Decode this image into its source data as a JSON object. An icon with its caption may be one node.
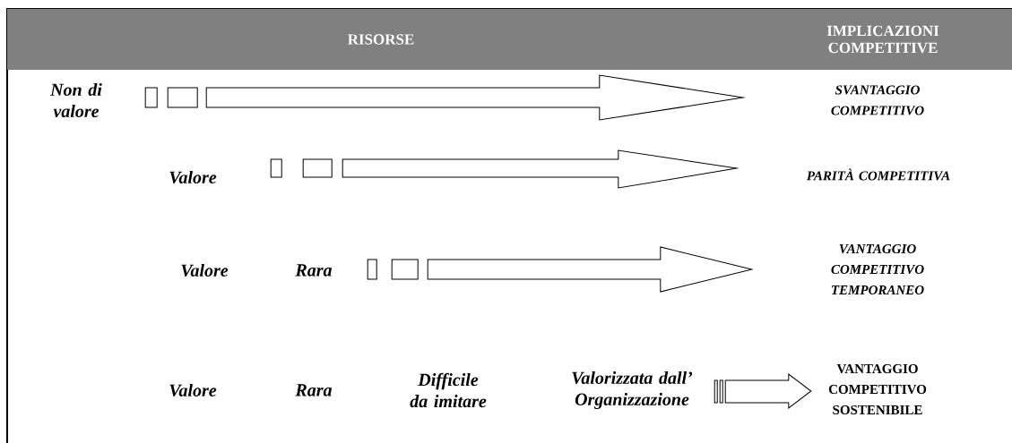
{
  "diagram": {
    "nodes": [
      {
        "text": [
          "RISORSE"
        ]
      },
      {
        "text": [
          "IMPLICAZIONI COMPETITIVE"
        ]
      },
      {
        "text": [
          "Non di valore"
        ]
      },
      {
        "text": [
          "SVANTAGGIO COMPETITIVO"
        ]
      },
      {
        "text": [
          "Valore"
        ]
      },
      {
        "text": [
          "PARITÀ COMPETITIVA"
        ]
      },
      {
        "text": [
          "Rara"
        ]
      },
      {
        "text": [
          "VANTAGGIO COMPETITIVO TEMPORANEO"
        ]
      },
      {
        "text": [
          "Valorizzata dall’ Organizzazione"
        ]
      },
      {
        "text": [
          "VANTAGGIO COMPETITIVO SOSTENIBILE"
        ]
      }
    ],
    "edges": [
      {
        "from": 2,
        "to": 3,
        "arrow": "to"
      },
      {
        "from": 4,
        "to": 5,
        "arrow": "to"
      },
      {
        "from": 6,
        "to": 7,
        "arrow": "to"
      },
      {
        "from": 8,
        "to": 9,
        "arrow": "to"
      }
    ],
    "labels": [
      "Valore",
      "Valore",
      "Rara",
      "Difficile da imitare"
    ]
  }
}
